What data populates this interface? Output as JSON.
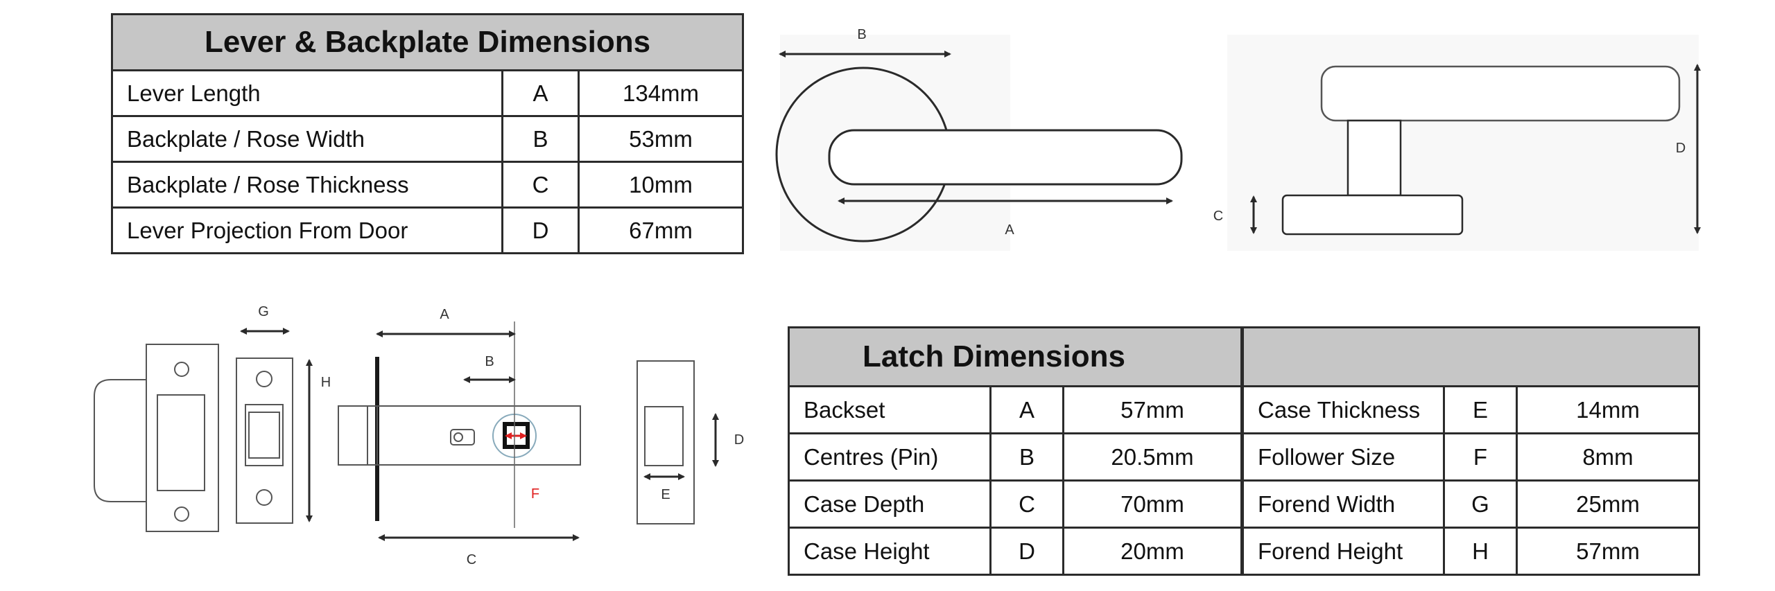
{
  "lever_table": {
    "title": "Lever & Backplate Dimensions",
    "rows": [
      {
        "label": "Lever Length",
        "code": "A",
        "value": "134mm"
      },
      {
        "label": "Backplate / Rose Width",
        "code": "B",
        "value": "53mm"
      },
      {
        "label": "Backplate / Rose Thickness",
        "code": "C",
        "value": "10mm"
      },
      {
        "label": "Lever Projection From Door",
        "code": "D",
        "value": "67mm"
      }
    ]
  },
  "latch_table": {
    "title": "Latch Dimensions",
    "title_right": "",
    "rows": [
      {
        "label": "Backset",
        "code": "A",
        "value": "57mm",
        "label2": "Case Thickness",
        "code2": "E",
        "value2": "14mm"
      },
      {
        "label": "Centres (Pin)",
        "code": "B",
        "value": "20.5mm",
        "label2": "Follower Size",
        "code2": "F",
        "value2": "8mm"
      },
      {
        "label": "Case Depth",
        "code": "C",
        "value": "70mm",
        "label2": "Forend Width",
        "code2": "G",
        "value2": "25mm"
      },
      {
        "label": "Case Height",
        "code": "D",
        "value": "20mm",
        "label2": "Forend Height",
        "code2": "H",
        "value2": "57mm"
      }
    ]
  },
  "lever_front_drawing": {
    "label_b": "B",
    "label_a": "A"
  },
  "lever_side_drawing": {
    "label_c": "C",
    "label_d": "D"
  },
  "latch_drawing": {
    "label_g": "G",
    "label_h": "H",
    "label_a": "A",
    "label_b": "B",
    "label_f": "F",
    "label_c": "C",
    "label_d": "D",
    "label_e": "E",
    "follower_color": "#e02020"
  }
}
